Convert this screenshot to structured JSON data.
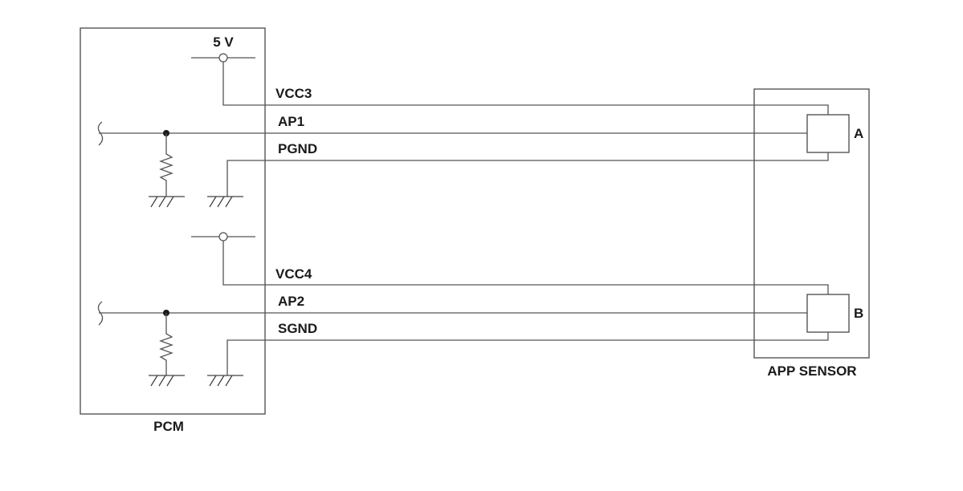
{
  "pcm": {
    "label": "PCM",
    "supply_label": "5 V"
  },
  "sensor": {
    "label": "APP SENSOR",
    "element_a": "A",
    "element_b": "B"
  },
  "signals": {
    "vcc3": "VCC3",
    "ap1": "AP1",
    "pgnd": "PGND",
    "vcc4": "VCC4",
    "ap2": "AP2",
    "sgnd": "SGND"
  }
}
